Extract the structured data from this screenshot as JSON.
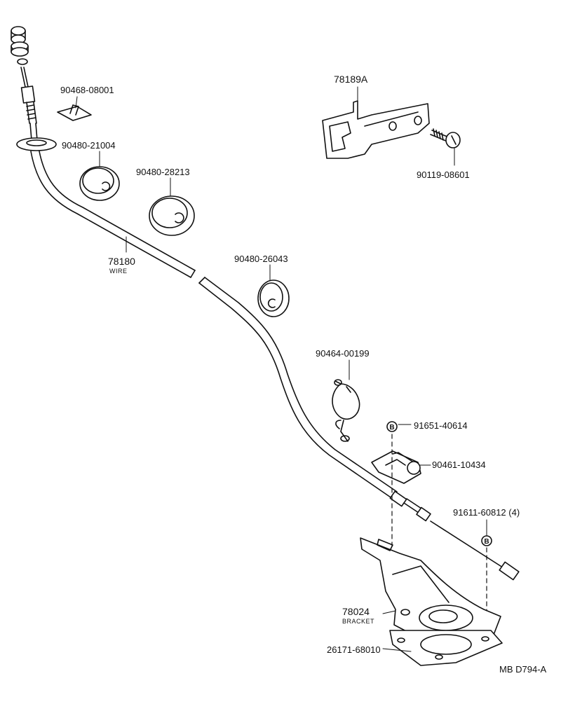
{
  "diagram_code": "MB D794-A",
  "parts": {
    "wire_clip": "90468-08001",
    "grommet_1": "90480-21004",
    "grommet_2": "90480-28213",
    "wire_number": "78180",
    "wire_name": "WIRE",
    "grommet_3": "90480-26043",
    "bracket_top": "78189A",
    "bolt": "90119-08601",
    "clamp": "90464-00199",
    "screw": "91651-40614",
    "clamp_2": "90461-10434",
    "bolt_4": "91611-60812 (4)",
    "bracket_number": "78024",
    "bracket_name": "BRACKET",
    "gasket": "26171-68010"
  },
  "markers": {
    "b_label": "B"
  },
  "colors": {
    "ink": "#111111",
    "paper": "#ffffff"
  }
}
